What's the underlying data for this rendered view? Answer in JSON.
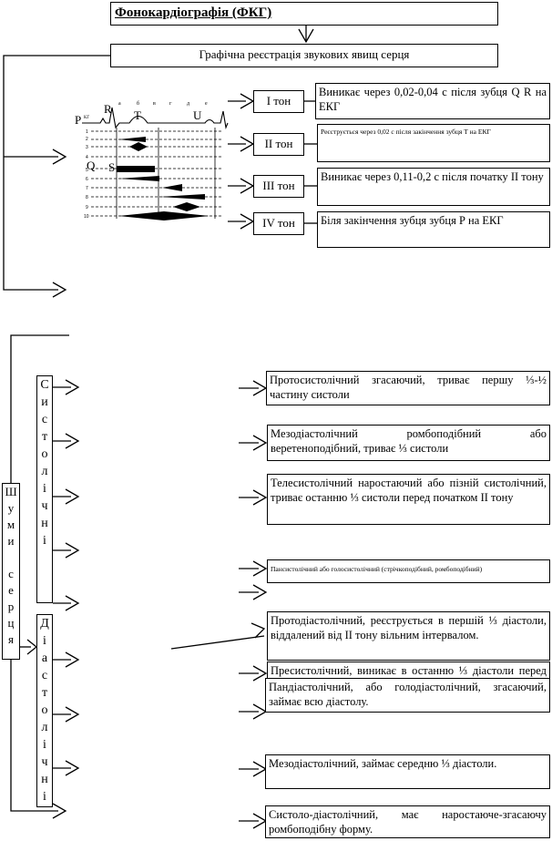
{
  "title": "Фонокардіографія (ФКГ)",
  "subtitle": "Графічна реєстрація звукових явищ серця",
  "pcg_labels": {
    "p": "P",
    "r": "R",
    "t": "T",
    "u": "U",
    "q": "Q",
    "s": "S",
    "col_marks": [
      "а",
      "б",
      "в",
      "г",
      "д",
      "е"
    ],
    "row_numbers": [
      "1",
      "2",
      "3",
      "4",
      "5",
      "6",
      "7",
      "8",
      "9",
      "10"
    ],
    "kg": "КГ"
  },
  "tones": [
    {
      "label": "I тон",
      "text": "Виникає через 0,02-0,04 с після зубця Q R на ЕКГ"
    },
    {
      "label": "II тон",
      "text": "Реєструється через 0,02 с після закінчення зубця Т на ЕКГ"
    },
    {
      "label": "III тон",
      "text": "Виникає через 0,11-0,2 с після початку II тону"
    },
    {
      "label": "IV тон",
      "text": "Біля закінчення зубця зубця Р на ЕКГ"
    }
  ],
  "murmurs_label": "Ш\nу\nм\nи\n\nс\nе\nр\nц\nя",
  "systolic_label": "С\nи\nс\nт\nо\nл\nі\nч\nн\nі",
  "diastolic_label": "Д\nі\nа\nс\nт\nо\nл\nі\nч\nн\nі",
  "systolic": [
    "Протосистолічний згасаючий, триває першу ⅓-½ частину систоли",
    "Мезодіастолічний ромбоподібний або веретеноподібний, триває ⅓ систоли",
    "Телесистолічний наростаючий або пізній систолічний, триває останню ⅓ систоли перед початком II тону",
    "Пансистолічний або голосистолічний (стрічкоподібний, ромбоподібний)"
  ],
  "diastolic": [
    "Протодіастолічний, реєструється в першій ⅓ діастоли, віддалений від II тону вільним інтервалом.",
    "Пресистолічний, виникає в останню ⅓ діастоли перед початком I тону.",
    "Пандіастолічний, або голодіастолічний, згасаючий, займає всю діастолу.",
    "Мезодіастолічний, займає середню ⅓ діастоли.",
    "Систоло-діастолічний, має наростаюче-згасаючу ромбоподібну форму."
  ]
}
